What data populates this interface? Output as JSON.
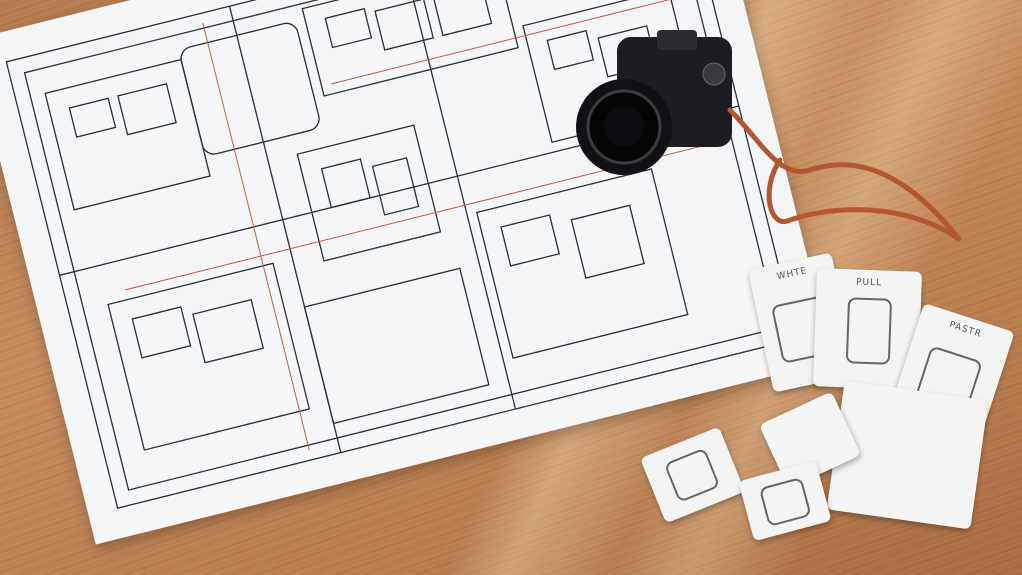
{
  "scene": {
    "description": "Architectural floor plan blueprint on a wooden desk with a camera and outlet cover cards",
    "objects": {
      "blueprint": "floor-plan-sheet",
      "camera": "black-mirrorless-camera",
      "strap": "brown-leather-camera-strap",
      "cards": [
        "outlet-card-1",
        "outlet-card-2",
        "outlet-card-3",
        "outlet-card-4",
        "outlet-instruction-sheet",
        "outlet-cover-small-1",
        "outlet-cover-small-2",
        "outlet-cover-small-3"
      ]
    },
    "card_labels": {
      "card1": "WHTE",
      "card2": "PULL",
      "card3": "PASTR"
    },
    "colors": {
      "wood": "#c48c5c",
      "paper": "#f4f6f8",
      "ink": "#2b2f36",
      "redline": "#d0584a",
      "camera": "#1c1d20",
      "strap": "#b5572e"
    }
  }
}
